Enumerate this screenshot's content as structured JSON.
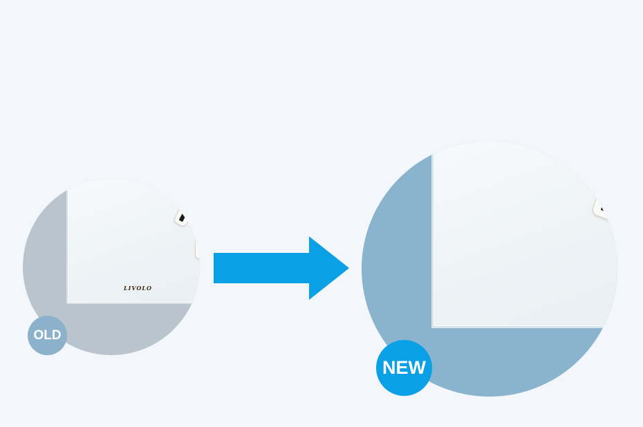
{
  "comparison": {
    "old": {
      "label": "OLD",
      "brand_logo_text": "LIVOLO",
      "badge_color": "#8bb1cb",
      "background_color": "#b9c4cd"
    },
    "new": {
      "label": "NEW",
      "badge_color": "#0aa0e6",
      "background_color": "#8ab4cd"
    },
    "arrow": {
      "icon": "right-arrow-icon",
      "color": "#0aa0e6"
    },
    "page_background": "#f3f6fa"
  }
}
